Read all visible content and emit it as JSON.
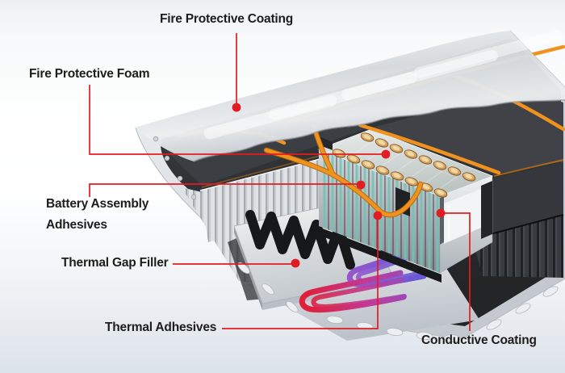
{
  "page": {
    "background_top": "#edeff1",
    "background_bottom": "#dce2ea"
  },
  "accent_color": "#e31b23",
  "label_text_color": "#1d1d1b",
  "labels": {
    "fire_protective_coating": "Fire Protective Coating",
    "fire_protective_foam": "Fire Protective Foam",
    "battery_assembly_adhesives_line1": "Battery Assembly",
    "battery_assembly_adhesives_line2": "Adhesives",
    "thermal_gap_filler": "Thermal Gap Filler",
    "thermal_adhesives": "Thermal Adhesives",
    "conductive_coating": "Conductive Coating"
  },
  "illustration": {
    "description": "Cutaway 3D rendering of an electric-vehicle battery pack: silver tray with stamped protective lid, dark battery modules, one exposed cell module with copper terminals and teal cell edges, orange high-voltage cables, a black thermal gap filler zigzag bead, and red-to-purple thermal adhesive tubes.",
    "colors": {
      "cable_orange": "#f0921e",
      "cell_teal": "#6fc4b6",
      "copper_terminal": "#c08a4a",
      "tube_red": "#e02339",
      "tube_purple": "#5f5ad8",
      "module_dark": "#35383c",
      "tray_silver": "#d7dbdf",
      "gap_filler_black": "#17181a"
    }
  }
}
